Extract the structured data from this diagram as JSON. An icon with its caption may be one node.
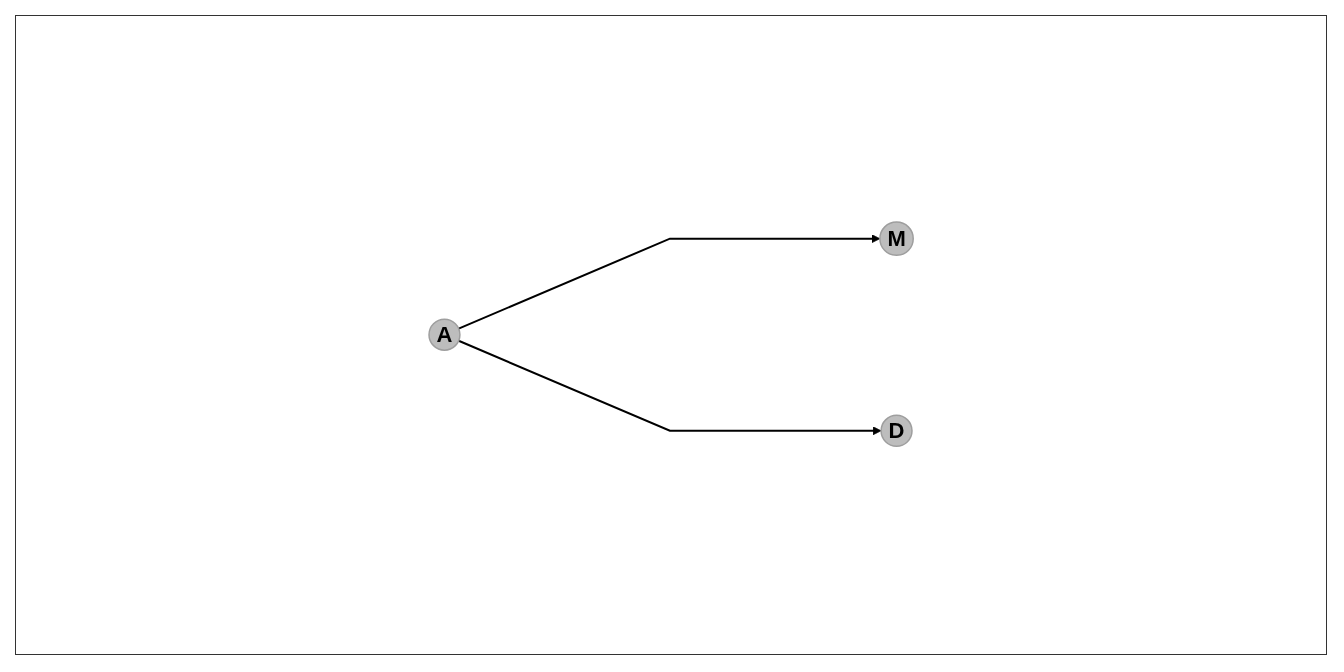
{
  "diagram": {
    "nodes": [
      {
        "text": [
          "A"
        ]
      },
      {
        "text": [
          "M"
        ]
      },
      {
        "text": [
          "D"
        ]
      }
    ],
    "edges": [
      {
        "from": 0,
        "to": 1,
        "arrow": "to"
      },
      {
        "from": 0,
        "to": 2,
        "arrow": "to"
      }
    ]
  }
}
